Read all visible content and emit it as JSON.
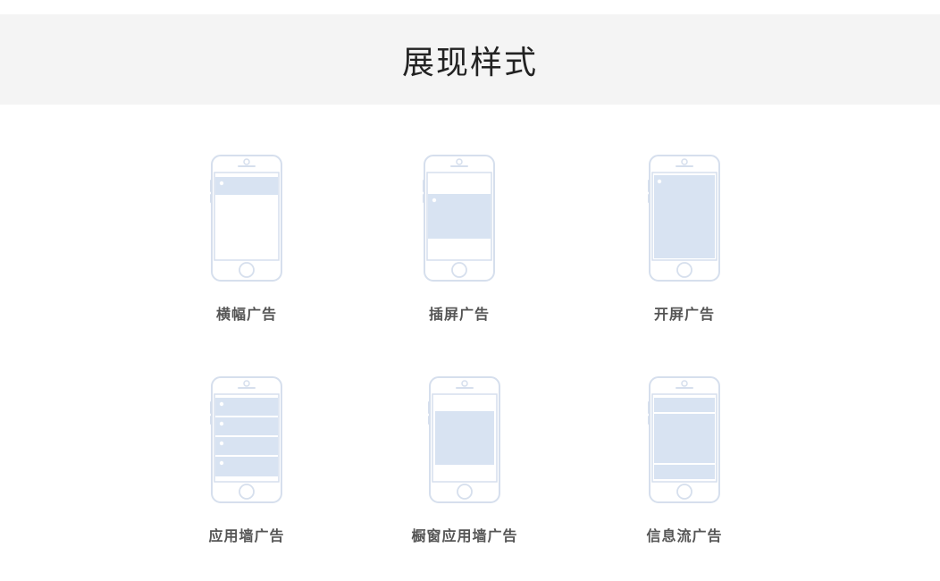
{
  "page": {
    "title": "展现样式"
  },
  "styles": [
    {
      "id": "banner",
      "label": "横幅广告",
      "icon": "phone-banner-ad-icon"
    },
    {
      "id": "interstitial",
      "label": "插屏广告",
      "icon": "phone-interstitial-ad-icon"
    },
    {
      "id": "splash",
      "label": "开屏广告",
      "icon": "phone-splash-ad-icon"
    },
    {
      "id": "appwall",
      "label": "应用墙广告",
      "icon": "phone-app-wall-ad-icon"
    },
    {
      "id": "window-appwall",
      "label": "橱窗应用墙广告",
      "icon": "phone-window-app-wall-ad-icon"
    },
    {
      "id": "feed",
      "label": "信息流广告",
      "icon": "phone-feed-ad-icon"
    }
  ],
  "colors": {
    "header_bg": "#f4f4f4",
    "phone_outline": "#d6dfed",
    "phone_fill": "#d8e3f2",
    "dot": "#ffffff",
    "label": "#555555",
    "title": "#222222"
  }
}
